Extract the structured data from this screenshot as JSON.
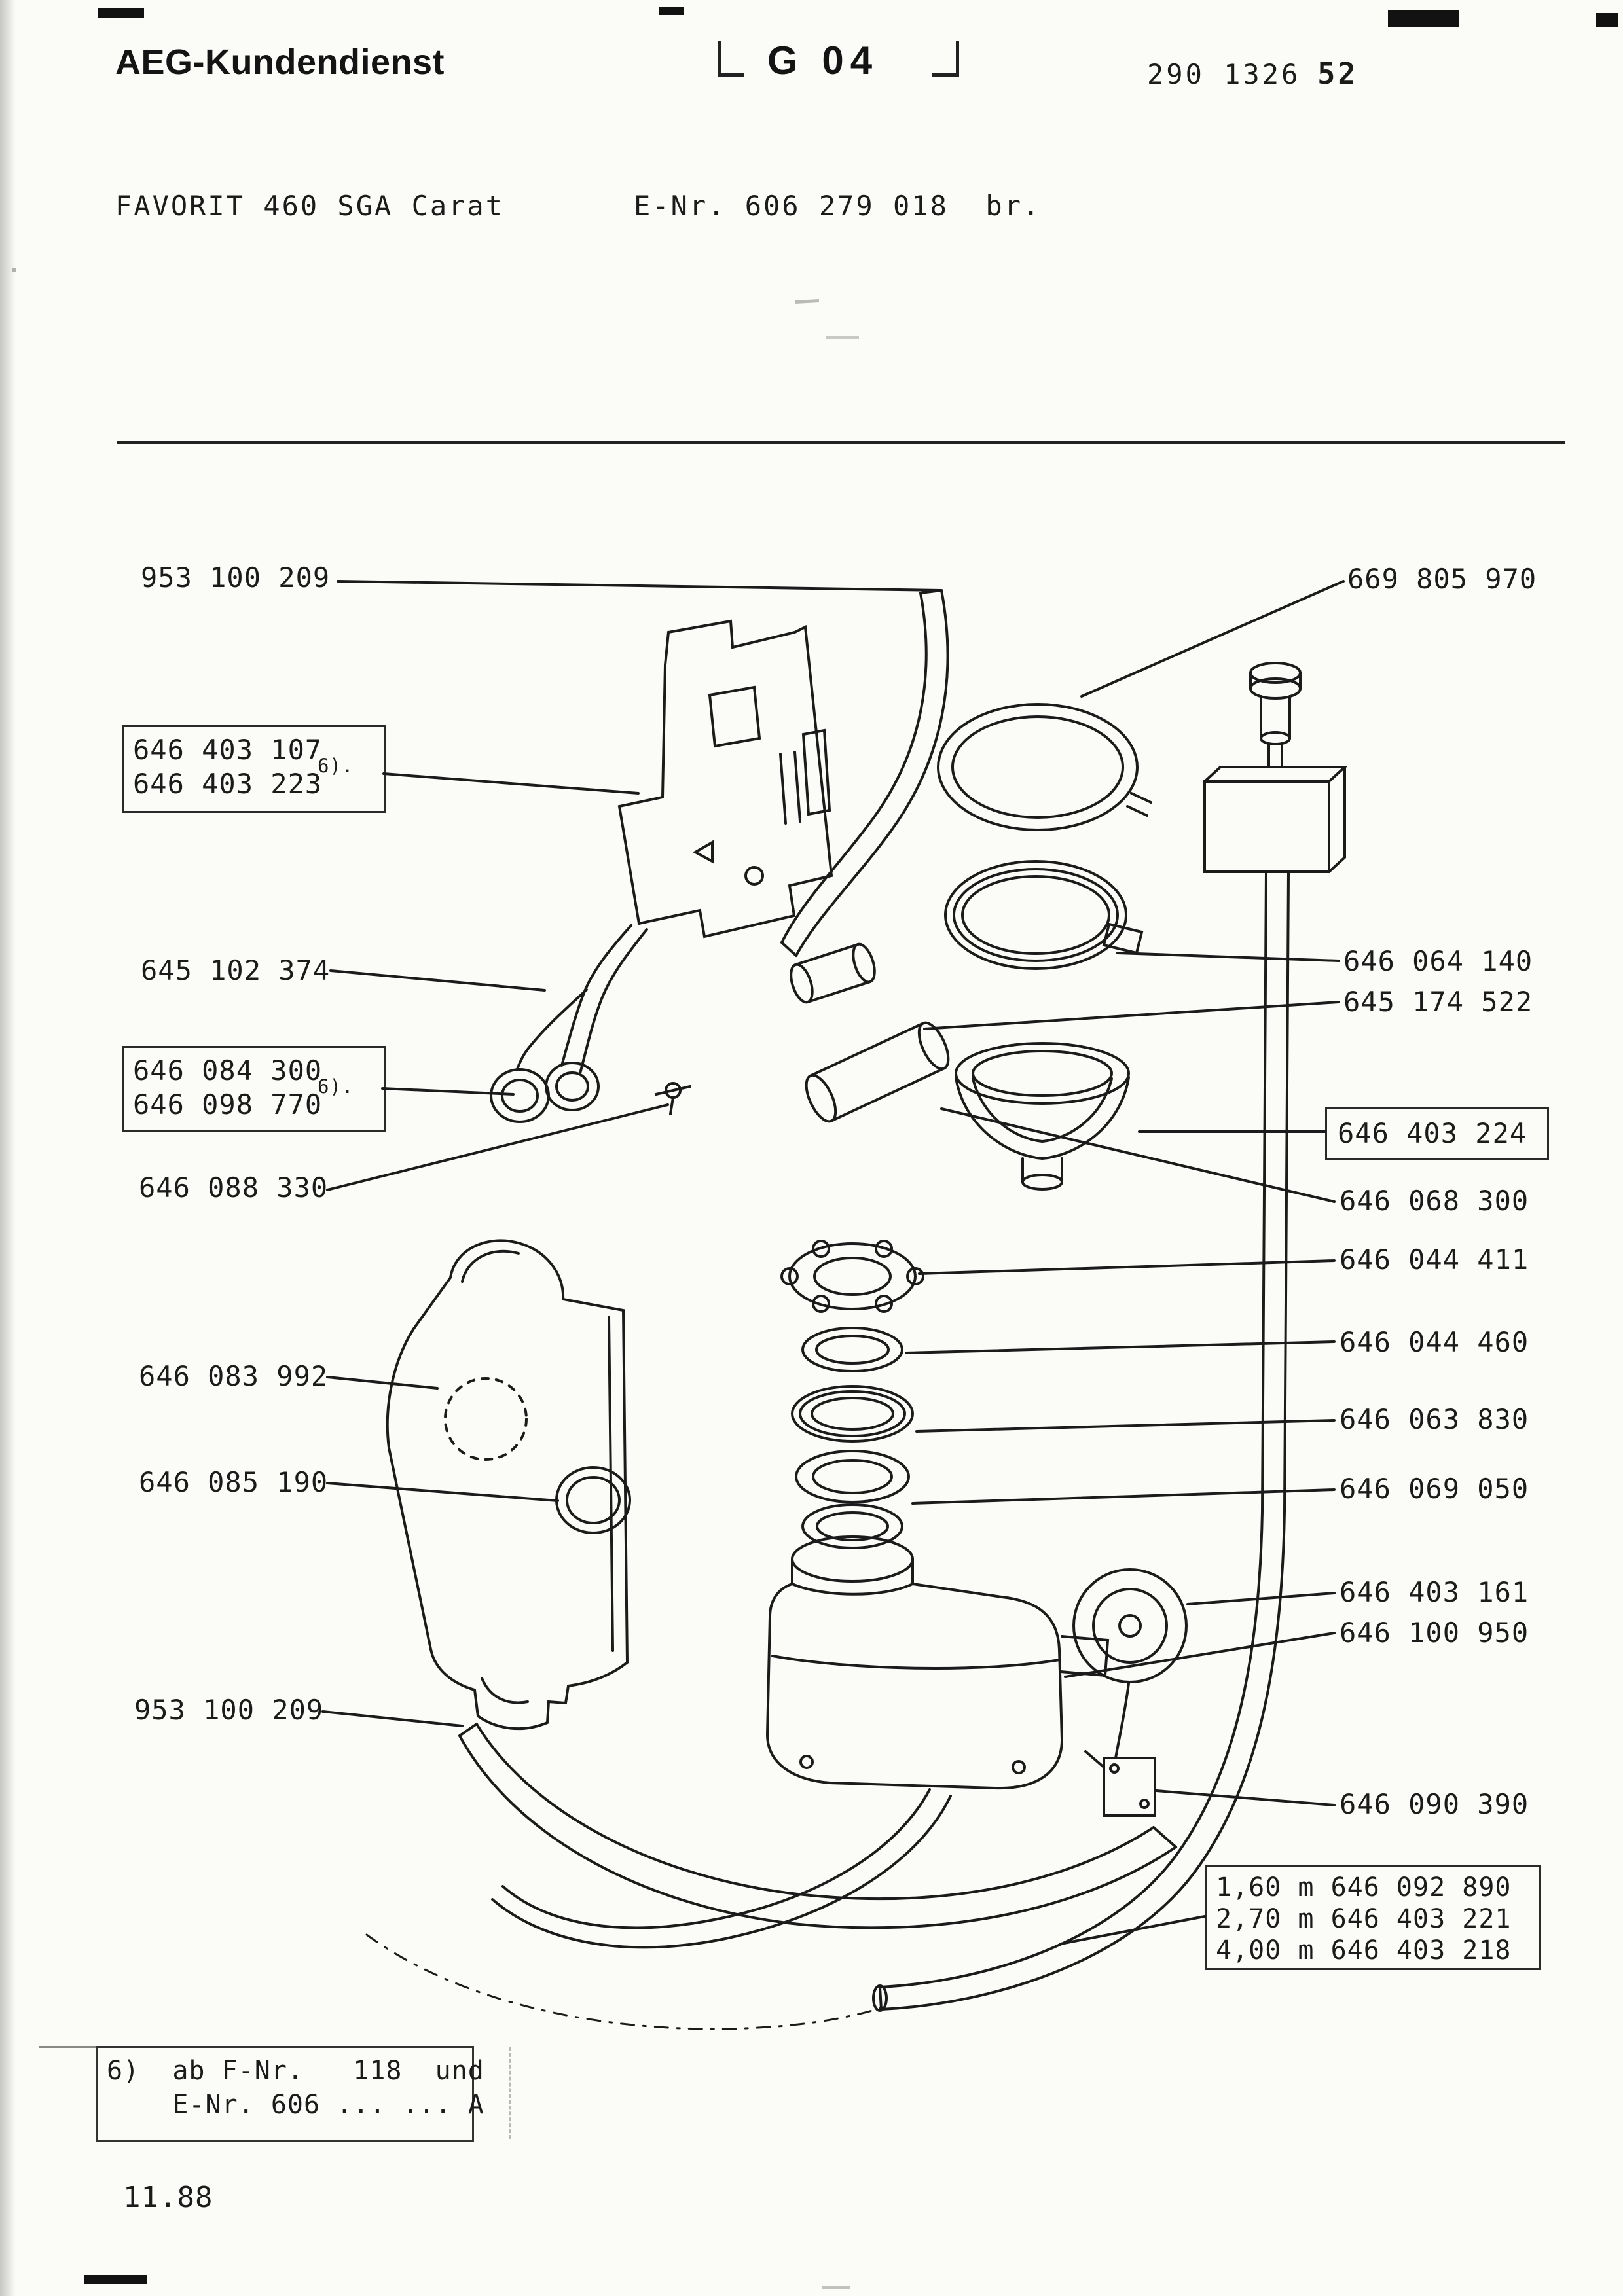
{
  "header": {
    "brand": "AEG-Kundendienst",
    "section_code": "G 04",
    "doc_number": "290 1326",
    "doc_page": "52",
    "model_line": "FAVORIT 460 SGA Carat",
    "enr_line": "E-Nr. 606 279 018  br."
  },
  "callouts": {
    "l1": "953 100 209",
    "l2a": "646 403 107",
    "l2b": "646 403 223",
    "l2_note": "6).",
    "l3": "645 102 374",
    "l4a": "646 084 300",
    "l4b": "646 098 770",
    "l4_note": "6).",
    "l5": "646 088 330",
    "l6": "646 083 992",
    "l7": "646 085 190",
    "l8": "953 100 209",
    "r1": "669 805 970",
    "r2": "646 064 140",
    "r3": "645 174 522",
    "r4": "646 403 224",
    "r5": "646 068 300",
    "r6": "646 044 411",
    "r7": "646 044 460",
    "r8": "646 063 830",
    "r9": "646 069 050",
    "r10": "646 403 161",
    "r11": "646 100 950",
    "r12": "646 090 390"
  },
  "hose_lengths": {
    "row1": "1,60 m 646 092 890",
    "row2": "2,70 m 646 403 221",
    "row3": "4,00 m 646 403 218"
  },
  "footnote": {
    "line1": "6)  ab F-Nr.   118  und",
    "line2": "    E-Nr. 606 ... ... A"
  },
  "footer": {
    "date_code": "11.88"
  },
  "colors": {
    "ink": "#1b1b1b",
    "paper": "#fbfbf8"
  }
}
